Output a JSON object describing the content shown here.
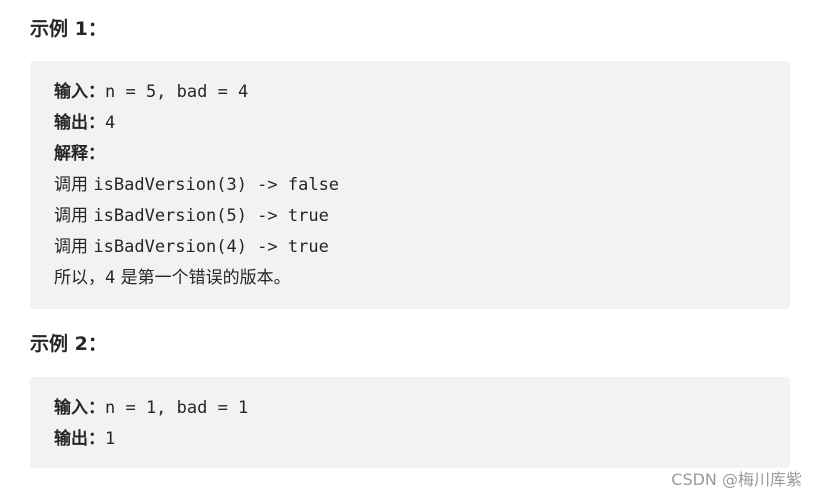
{
  "example1": {
    "heading": "示例 1：",
    "input_label": "输入：",
    "input_value": "n = 5, bad = 4",
    "output_label": "输出：",
    "output_value": "4",
    "explain_label": "解释：",
    "calls": [
      {
        "prefix": "调用 ",
        "code": "isBadVersion(3) -> false"
      },
      {
        "prefix": "调用 ",
        "code": "isBadVersion(5) -> true"
      },
      {
        "prefix": "调用 ",
        "code": "isBadVersion(4) -> true"
      }
    ],
    "conclusion_a": "所以，",
    "conclusion_num": "4",
    "conclusion_b": " 是第一个错误的版本。"
  },
  "example2": {
    "heading": "示例 2：",
    "input_label": "输入：",
    "input_value": "n = 1, bad = 1",
    "output_label": "输出：",
    "output_value": "1"
  },
  "watermark": "CSDN @梅川库紫"
}
